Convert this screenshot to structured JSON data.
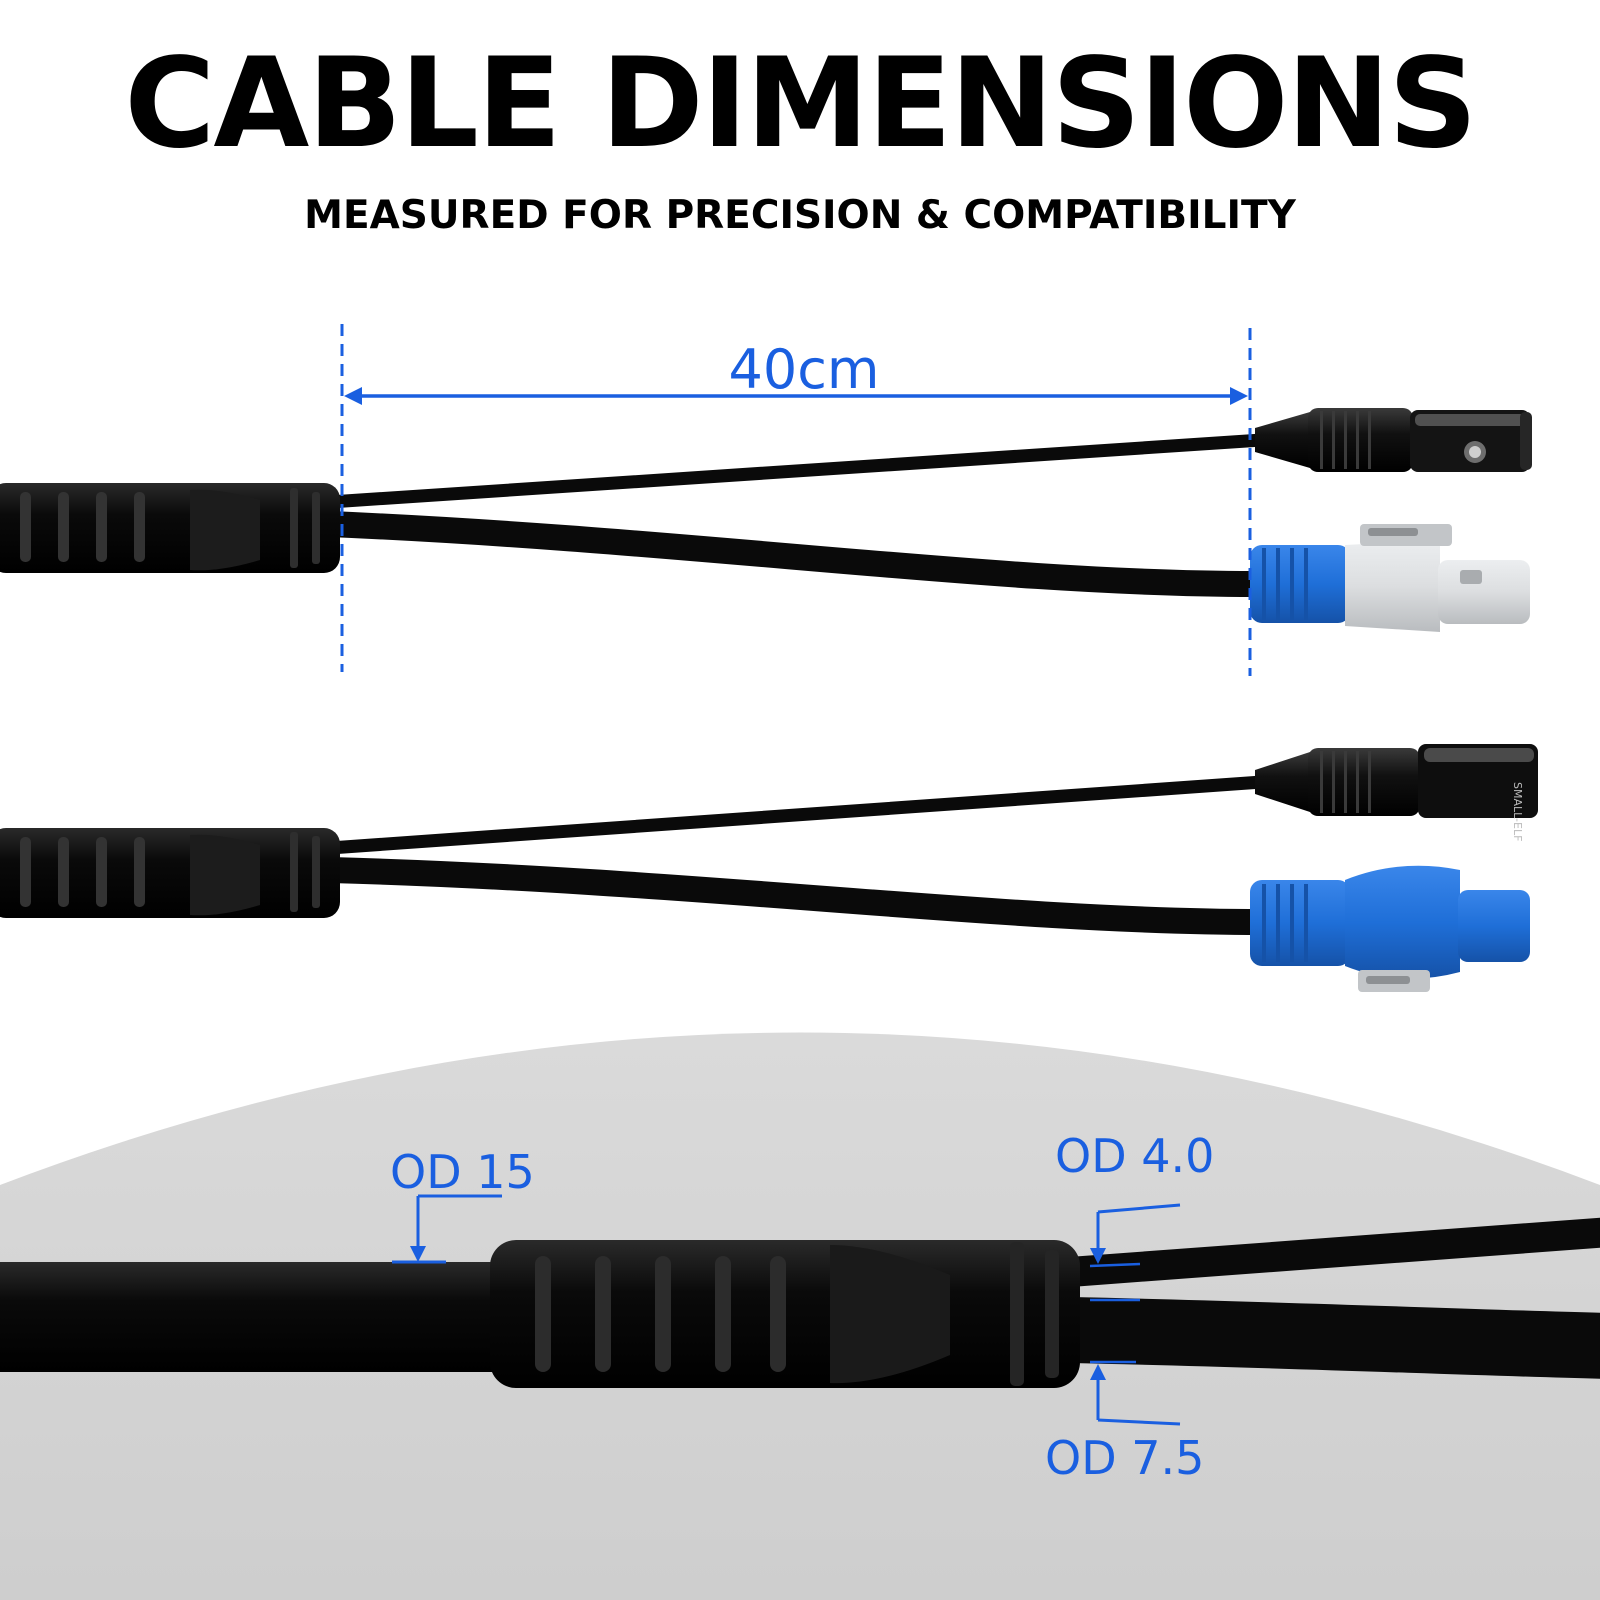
{
  "header": {
    "title": "CABLE DIMENSIONS",
    "subtitle": "MEASURED FOR PRECISION & COMPATIBILITY"
  },
  "dimensions": {
    "length": "40cm",
    "od_main": "OD 15",
    "od_thin": "OD 4.0",
    "od_thick": "OD 7.5"
  },
  "connector_print": "SMALL-ELF",
  "colors": {
    "accent": "#1a5fe0",
    "cable": "#0b0b0b",
    "connector_blue": "#1f6fd8",
    "connector_grey": "#dcdee0",
    "floor": "#d4d4d4"
  }
}
